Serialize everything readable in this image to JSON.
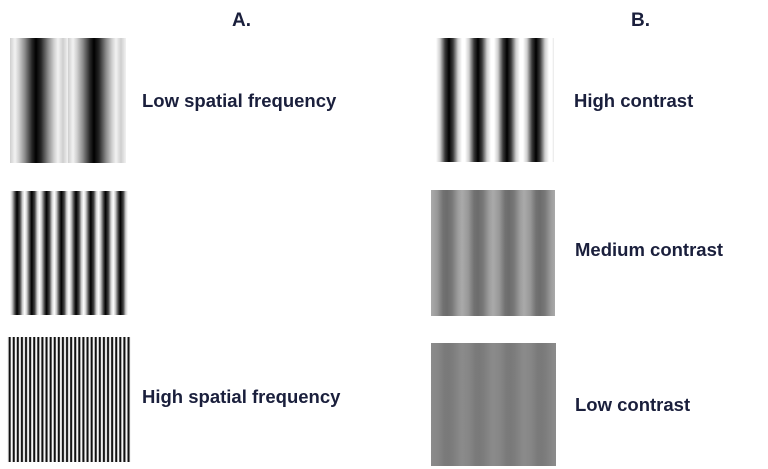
{
  "columns": {
    "a": {
      "heading": "A.",
      "items": [
        {
          "label": "Low spatial frequency"
        },
        {
          "label": ""
        },
        {
          "label": "High spatial frequency"
        }
      ]
    },
    "b": {
      "heading": "B.",
      "items": [
        {
          "label": "High contrast"
        },
        {
          "label": "Medium contrast"
        },
        {
          "label": "Low contrast"
        }
      ]
    }
  }
}
